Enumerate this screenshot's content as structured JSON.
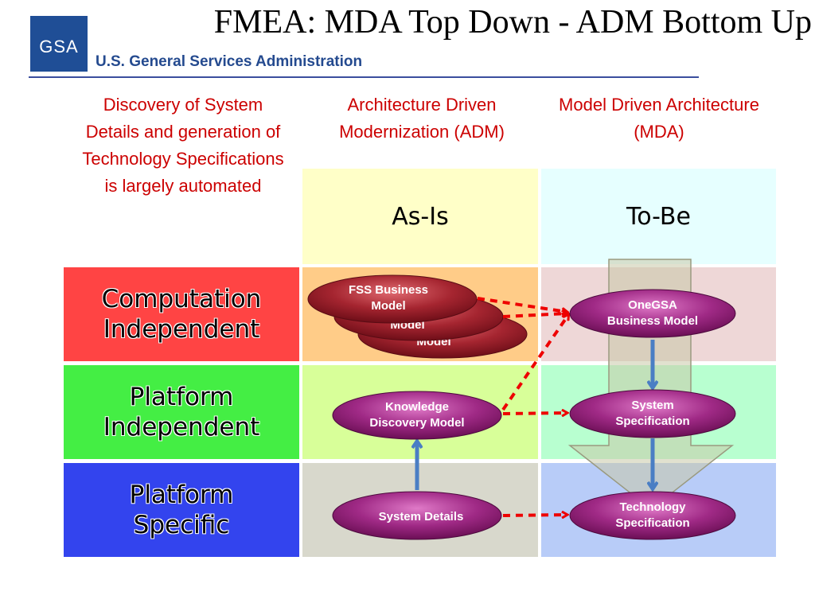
{
  "title": "FMEA: MDA Top Down - ADM Bottom Up",
  "logo": {
    "text": "GSA",
    "agency": "U.S. General Services Administration",
    "color": "#1f4e96"
  },
  "headers": {
    "left_note": "Discovery of System Details and generation of Technology Specifications is largely automated",
    "adm": "Architecture Driven Modernization (ADM)",
    "mda": "Model Driven Architecture (MDA)"
  },
  "columns": {
    "as_is": "As-Is",
    "to_be": "To-Be"
  },
  "rows": {
    "computation_independent": "Computation Independent",
    "platform_independent": "Platform Independent",
    "platform_specific": "Platform Specific"
  },
  "nodes": {
    "fss_business_model": "FSS Business Model",
    "stacked_model_1": "Model",
    "stacked_model_2": "Model",
    "onegsa_business_model": "OneGSA Business Model",
    "knowledge_discovery_model": "Knowledge Discovery Model",
    "system_specification": "System Specification",
    "system_details": "System Details",
    "technology_specification": "Technology Specification"
  },
  "colors": {
    "header_text": "#cc0000",
    "row_ci": "#ff4444",
    "row_pi": "#44ee44",
    "row_ps": "#3344ee",
    "asis_head": "#ffffc8",
    "tobe_head": "#e6ffff",
    "asis_ci": "#ffcc88",
    "tobe_ci": "#eed7d7",
    "asis_pi": "#d8ff99",
    "tobe_pi": "#b8ffd0",
    "asis_ps": "#d8d8cc",
    "tobe_ps": "#b8ccf8",
    "node_fill": "#8a1a6a",
    "fss_fill": "#a01f30",
    "dash_arrow": "#ee0000",
    "solid_arrow": "#4a7ec4"
  }
}
